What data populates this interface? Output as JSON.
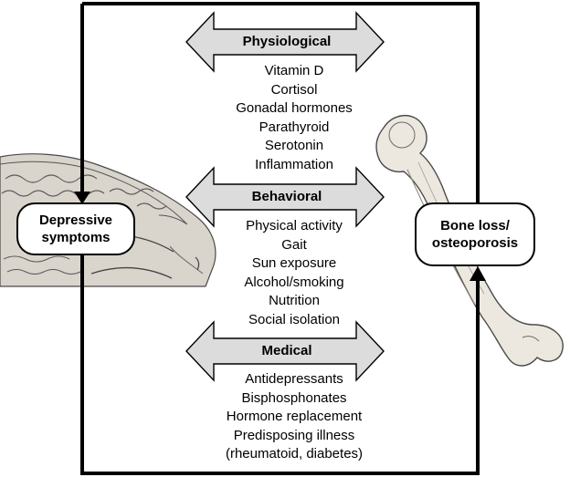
{
  "nodes": {
    "depressive": {
      "line1": "Depressive",
      "line2": "symptoms"
    },
    "bone": {
      "line1": "Bone loss/",
      "line2": "osteoporosis"
    }
  },
  "categories": [
    {
      "label": "Physiological",
      "items": [
        "Vitamin D",
        "Cortisol",
        "Gonadal hormones",
        "Parathyroid",
        "Serotonin",
        "Inflammation"
      ]
    },
    {
      "label": "Behavioral",
      "items": [
        "Physical activity",
        "Gait",
        "Sun exposure",
        "Alcohol/smoking",
        "Nutrition",
        "Social isolation"
      ]
    },
    {
      "label": "Medical",
      "items": [
        "Antidepressants",
        "Bisphosphonates",
        "Hormone replacement",
        "Predisposing illness",
        "(rheumatoid, diabetes)"
      ]
    }
  ],
  "colors": {
    "arrow_fill": "#dcdcdc",
    "frame": "#000000",
    "brain_fill": "#d9d4cc",
    "bone_fill": "#ece8df"
  },
  "icons": {
    "left_image": "brain-anatomy-illustration",
    "right_image": "femur-bone-illustration"
  }
}
